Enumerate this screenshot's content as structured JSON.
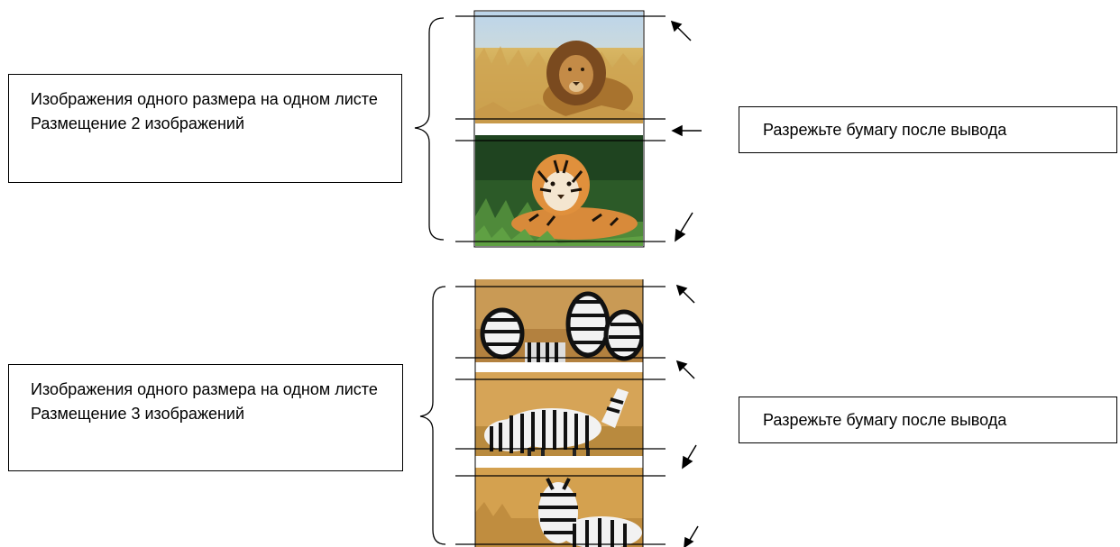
{
  "section_two": {
    "caption": "Изображения одного размера на одном листе Размещение 2 изображений",
    "cut_note": "Разрежьте бумагу после вывода",
    "images": [
      "lion-photo",
      "tiger-photo"
    ]
  },
  "section_three": {
    "caption": "Изображения одного размера на одном листе Размещение 3 изображений",
    "cut_note": "Разрежьте бумагу после вывода",
    "images": [
      "zebra-herd-photo",
      "zebra-pair-photo",
      "zebra-single-photo"
    ]
  },
  "icons": {
    "arrow_up_left": "arrow-up-left-icon",
    "arrow_left": "arrow-left-icon",
    "arrow_down_left": "arrow-down-left-icon",
    "brace": "curly-brace-icon"
  }
}
